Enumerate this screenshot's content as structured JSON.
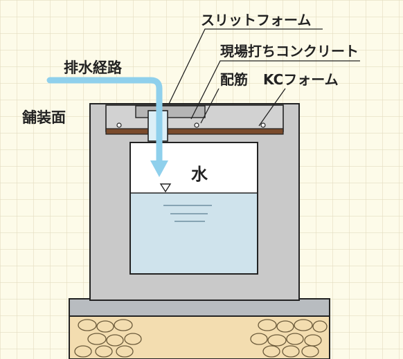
{
  "labels": {
    "slit_form": "スリットフォーム",
    "cast_in_place_concrete": "現場打ちコンクリート",
    "rebar": "配筋",
    "kc_form": "KCフォーム",
    "drainage_route": "排水経路",
    "pavement_surface": "舗装面",
    "water": "水"
  },
  "colors": {
    "background": "#fdfbe9",
    "grid": "#e3dcbf",
    "concrete": "#c9c9c9",
    "outline": "#222222",
    "water": "#cfe3ec",
    "drain_arrow": "#8fd0ec",
    "rebar_bar": "#7a4b2c",
    "gravel": "#f3ddb0"
  }
}
